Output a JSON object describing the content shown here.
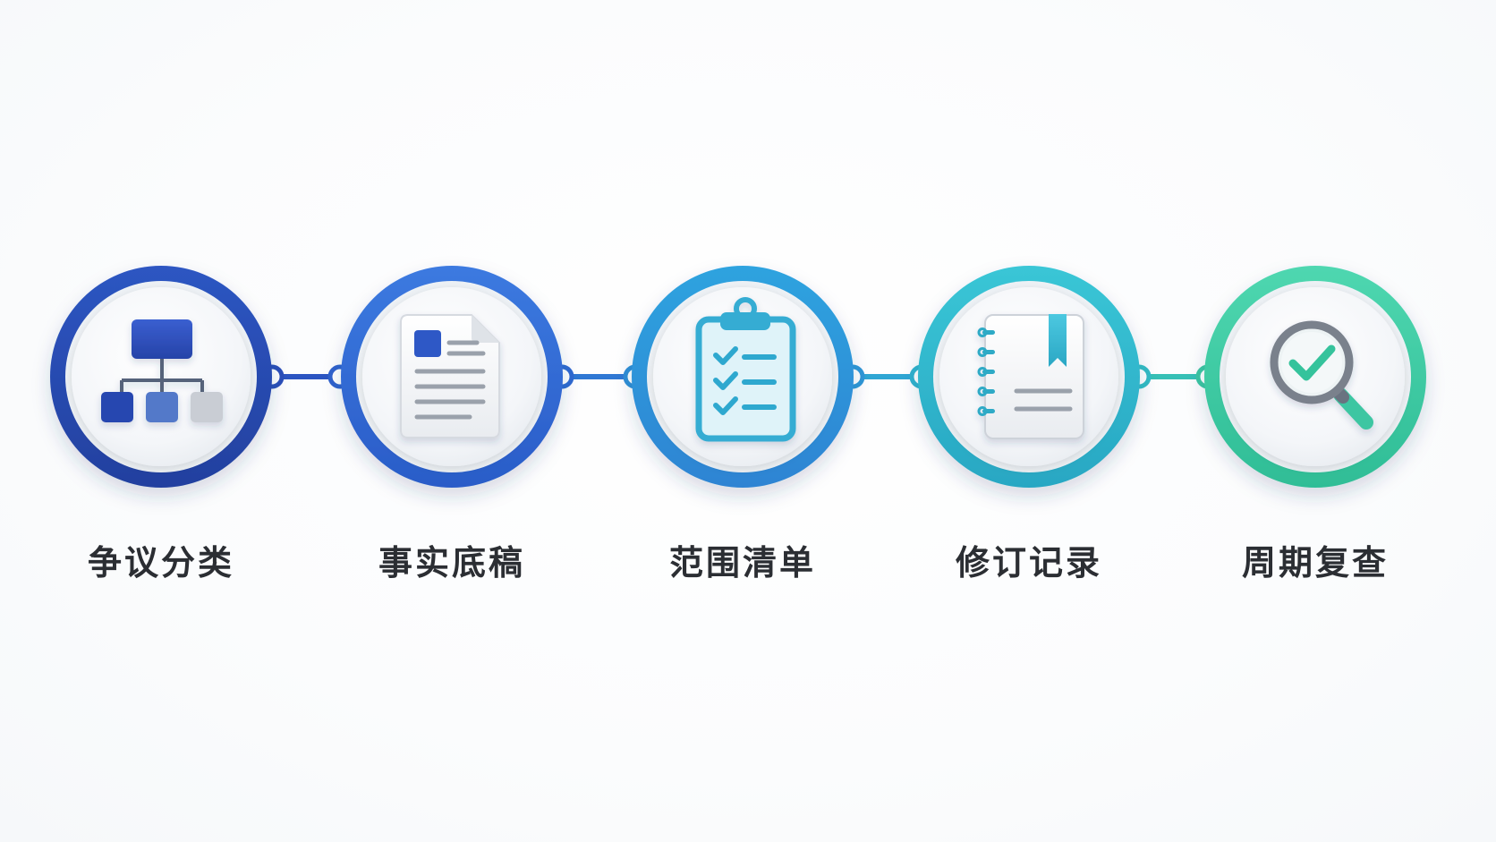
{
  "diagram": {
    "type": "process-flow",
    "steps": [
      {
        "label": "争议分类",
        "icon": "hierarchy-icon",
        "ring_color": "#2f4fb8"
      },
      {
        "label": "事实底稿",
        "icon": "document-icon",
        "ring_color": "#2e66d0"
      },
      {
        "label": "范围清单",
        "icon": "clipboard-checklist-icon",
        "ring_color": "#2b8fd6"
      },
      {
        "label": "修订记录",
        "icon": "notebook-bookmark-icon",
        "ring_color": "#2eb3c9"
      },
      {
        "label": "周期复查",
        "icon": "magnifier-check-icon",
        "ring_color": "#3ec79f"
      }
    ]
  }
}
